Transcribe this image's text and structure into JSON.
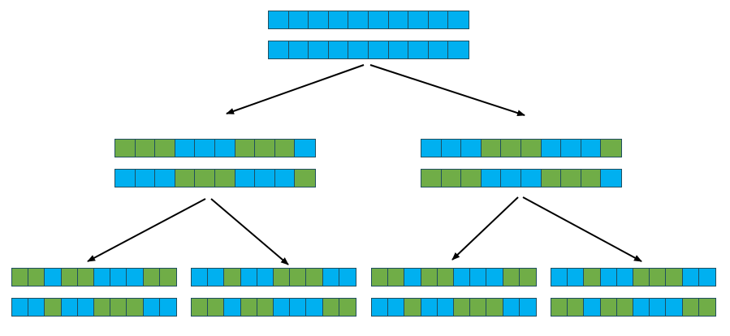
{
  "colors": {
    "blue": "#00b0f0",
    "green": "#70ad47",
    "arrow": "#000000",
    "cell_border": "#1f4e5f"
  },
  "tree": {
    "root": {
      "chromosomes": [
        [
          "blue",
          "blue",
          "blue",
          "blue",
          "blue",
          "blue",
          "blue",
          "blue",
          "blue",
          "blue"
        ],
        [
          "blue",
          "blue",
          "blue",
          "blue",
          "blue",
          "blue",
          "blue",
          "blue",
          "blue",
          "blue"
        ]
      ]
    },
    "level1": [
      {
        "chromosomes": [
          [
            "green",
            "green",
            "green",
            "blue",
            "blue",
            "blue",
            "green",
            "green",
            "green",
            "blue"
          ],
          [
            "blue",
            "blue",
            "blue",
            "green",
            "green",
            "green",
            "blue",
            "blue",
            "blue",
            "green"
          ]
        ]
      },
      {
        "chromosomes": [
          [
            "blue",
            "blue",
            "blue",
            "green",
            "green",
            "green",
            "blue",
            "blue",
            "blue",
            "green"
          ],
          [
            "green",
            "green",
            "green",
            "blue",
            "blue",
            "blue",
            "green",
            "green",
            "green",
            "blue"
          ]
        ]
      }
    ],
    "level2": [
      {
        "chromosomes": [
          [
            "green",
            "green",
            "blue",
            "green",
            "green",
            "blue",
            "blue",
            "blue",
            "green",
            "green"
          ],
          [
            "blue",
            "blue",
            "green",
            "blue",
            "blue",
            "green",
            "green",
            "green",
            "blue",
            "blue"
          ]
        ]
      },
      {
        "chromosomes": [
          [
            "blue",
            "blue",
            "green",
            "blue",
            "blue",
            "green",
            "green",
            "green",
            "blue",
            "blue"
          ],
          [
            "green",
            "green",
            "blue",
            "green",
            "green",
            "blue",
            "blue",
            "blue",
            "green",
            "green"
          ]
        ]
      },
      {
        "chromosomes": [
          [
            "green",
            "green",
            "blue",
            "green",
            "green",
            "blue",
            "blue",
            "blue",
            "green",
            "green"
          ],
          [
            "blue",
            "blue",
            "green",
            "blue",
            "blue",
            "green",
            "green",
            "green",
            "blue",
            "blue"
          ]
        ]
      },
      {
        "chromosomes": [
          [
            "blue",
            "blue",
            "green",
            "blue",
            "blue",
            "green",
            "green",
            "green",
            "blue",
            "blue"
          ],
          [
            "green",
            "green",
            "blue",
            "green",
            "green",
            "blue",
            "blue",
            "blue",
            "green",
            "green"
          ]
        ]
      }
    ]
  }
}
